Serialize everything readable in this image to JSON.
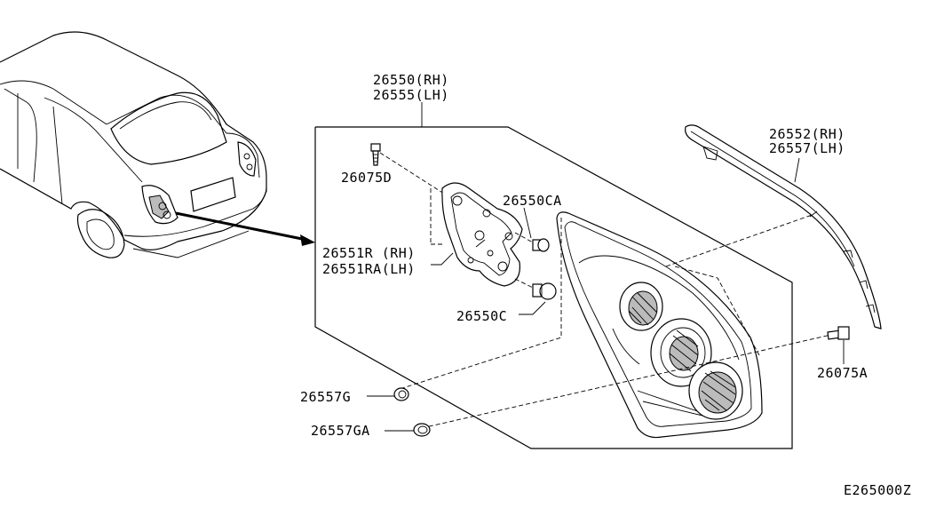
{
  "diagram": {
    "labels": {
      "p26550_rh": "26550(RH)",
      "p26555_lh": "26555(LH)",
      "p26075d": "26075D",
      "p26550ca": "26550CA",
      "p26551r": "26551R (RH)",
      "p26551ra": "26551RA(LH)",
      "p26550c": "26550C",
      "p26552_rh": "26552(RH)",
      "p26557_lh": "26557(LH)",
      "p26075a": "26075A",
      "p26557g": "26557G",
      "p26557ga": "26557GA"
    },
    "diagram_code": "E265000Z"
  }
}
